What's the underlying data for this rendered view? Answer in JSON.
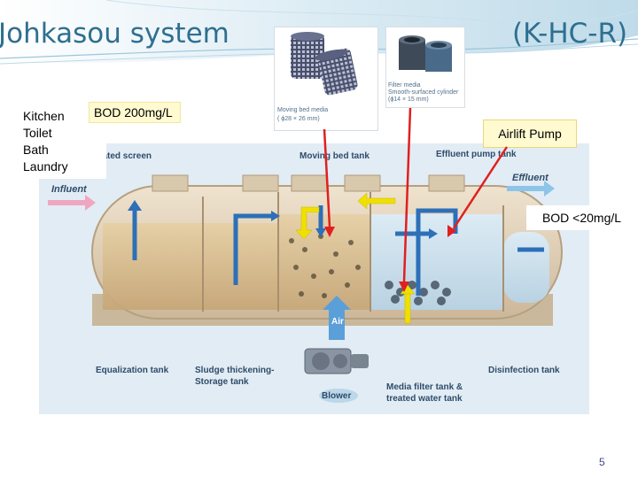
{
  "title_left": "Johkasou system",
  "title_right": "(K-HC-R)",
  "photos": {
    "moving_bed_caption_1": "Moving bed media",
    "moving_bed_caption_2": "( ϕ28 × 26 mm)",
    "filter_caption_1": "Filter media",
    "filter_caption_2": "Smooth-surfaced cylinder",
    "filter_caption_3": "(ϕ14 × 15 mm)"
  },
  "influent_sources": [
    "Kitchen",
    "Toilet",
    "Bath",
    "Laundry"
  ],
  "callouts": {
    "bod_influent": "BOD 200mg/L",
    "airlift_pump": "Airlift Pump",
    "bod_effluent": "BOD <20mg/L"
  },
  "diagram_labels": {
    "screen": "erated screen",
    "moving_bed_tank": "Moving bed tank",
    "effluent_pump_tank": "Effluent pump tank",
    "influent": "Influent",
    "effluent": "Effluent",
    "air": "Air",
    "equalization_tank": "Equalization tank",
    "sludge_1": "Sludge thickening-",
    "sludge_2": "Storage tank",
    "disinfection_tank": "Disinfection tank",
    "media_filter_1": "Media filter tank &",
    "media_filter_2": "treated water tank",
    "blower": "Blower"
  },
  "page_number": "5",
  "colors": {
    "title": "#2f6f8f",
    "callout_arrow": "#e02020",
    "flow_arrow": "#2d6fb8",
    "yellow_arrow": "#f0e000",
    "tank_body": "#e6d6bd",
    "water": "#d4b98a"
  }
}
